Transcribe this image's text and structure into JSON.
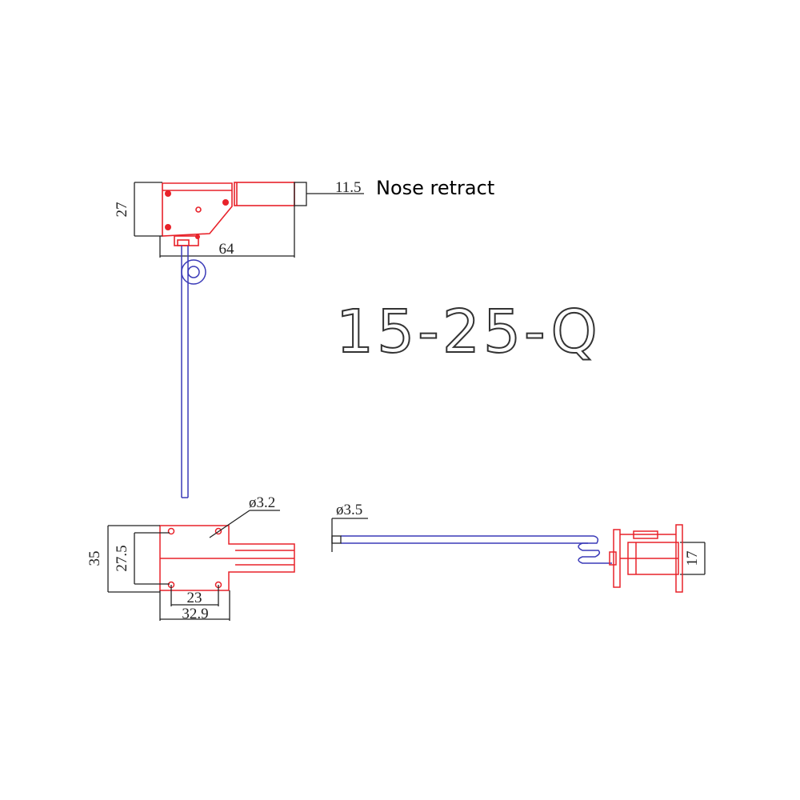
{
  "title": "Nose retract",
  "model": "15-25-Q",
  "dimensions": {
    "top_height": "27",
    "top_width": "64",
    "top_cylinder": "11.5",
    "base_height": "35",
    "hole_spacing_vertical": "27.5",
    "hole_spacing_horizontal": "23",
    "base_width": "32.9",
    "hole_diameter": "ø3.2",
    "strut_diameter": "ø3.5",
    "side_height": "17"
  },
  "colors": {
    "body": "#e8222a",
    "strut": "#3a3ab8",
    "dimension": "#222222"
  }
}
